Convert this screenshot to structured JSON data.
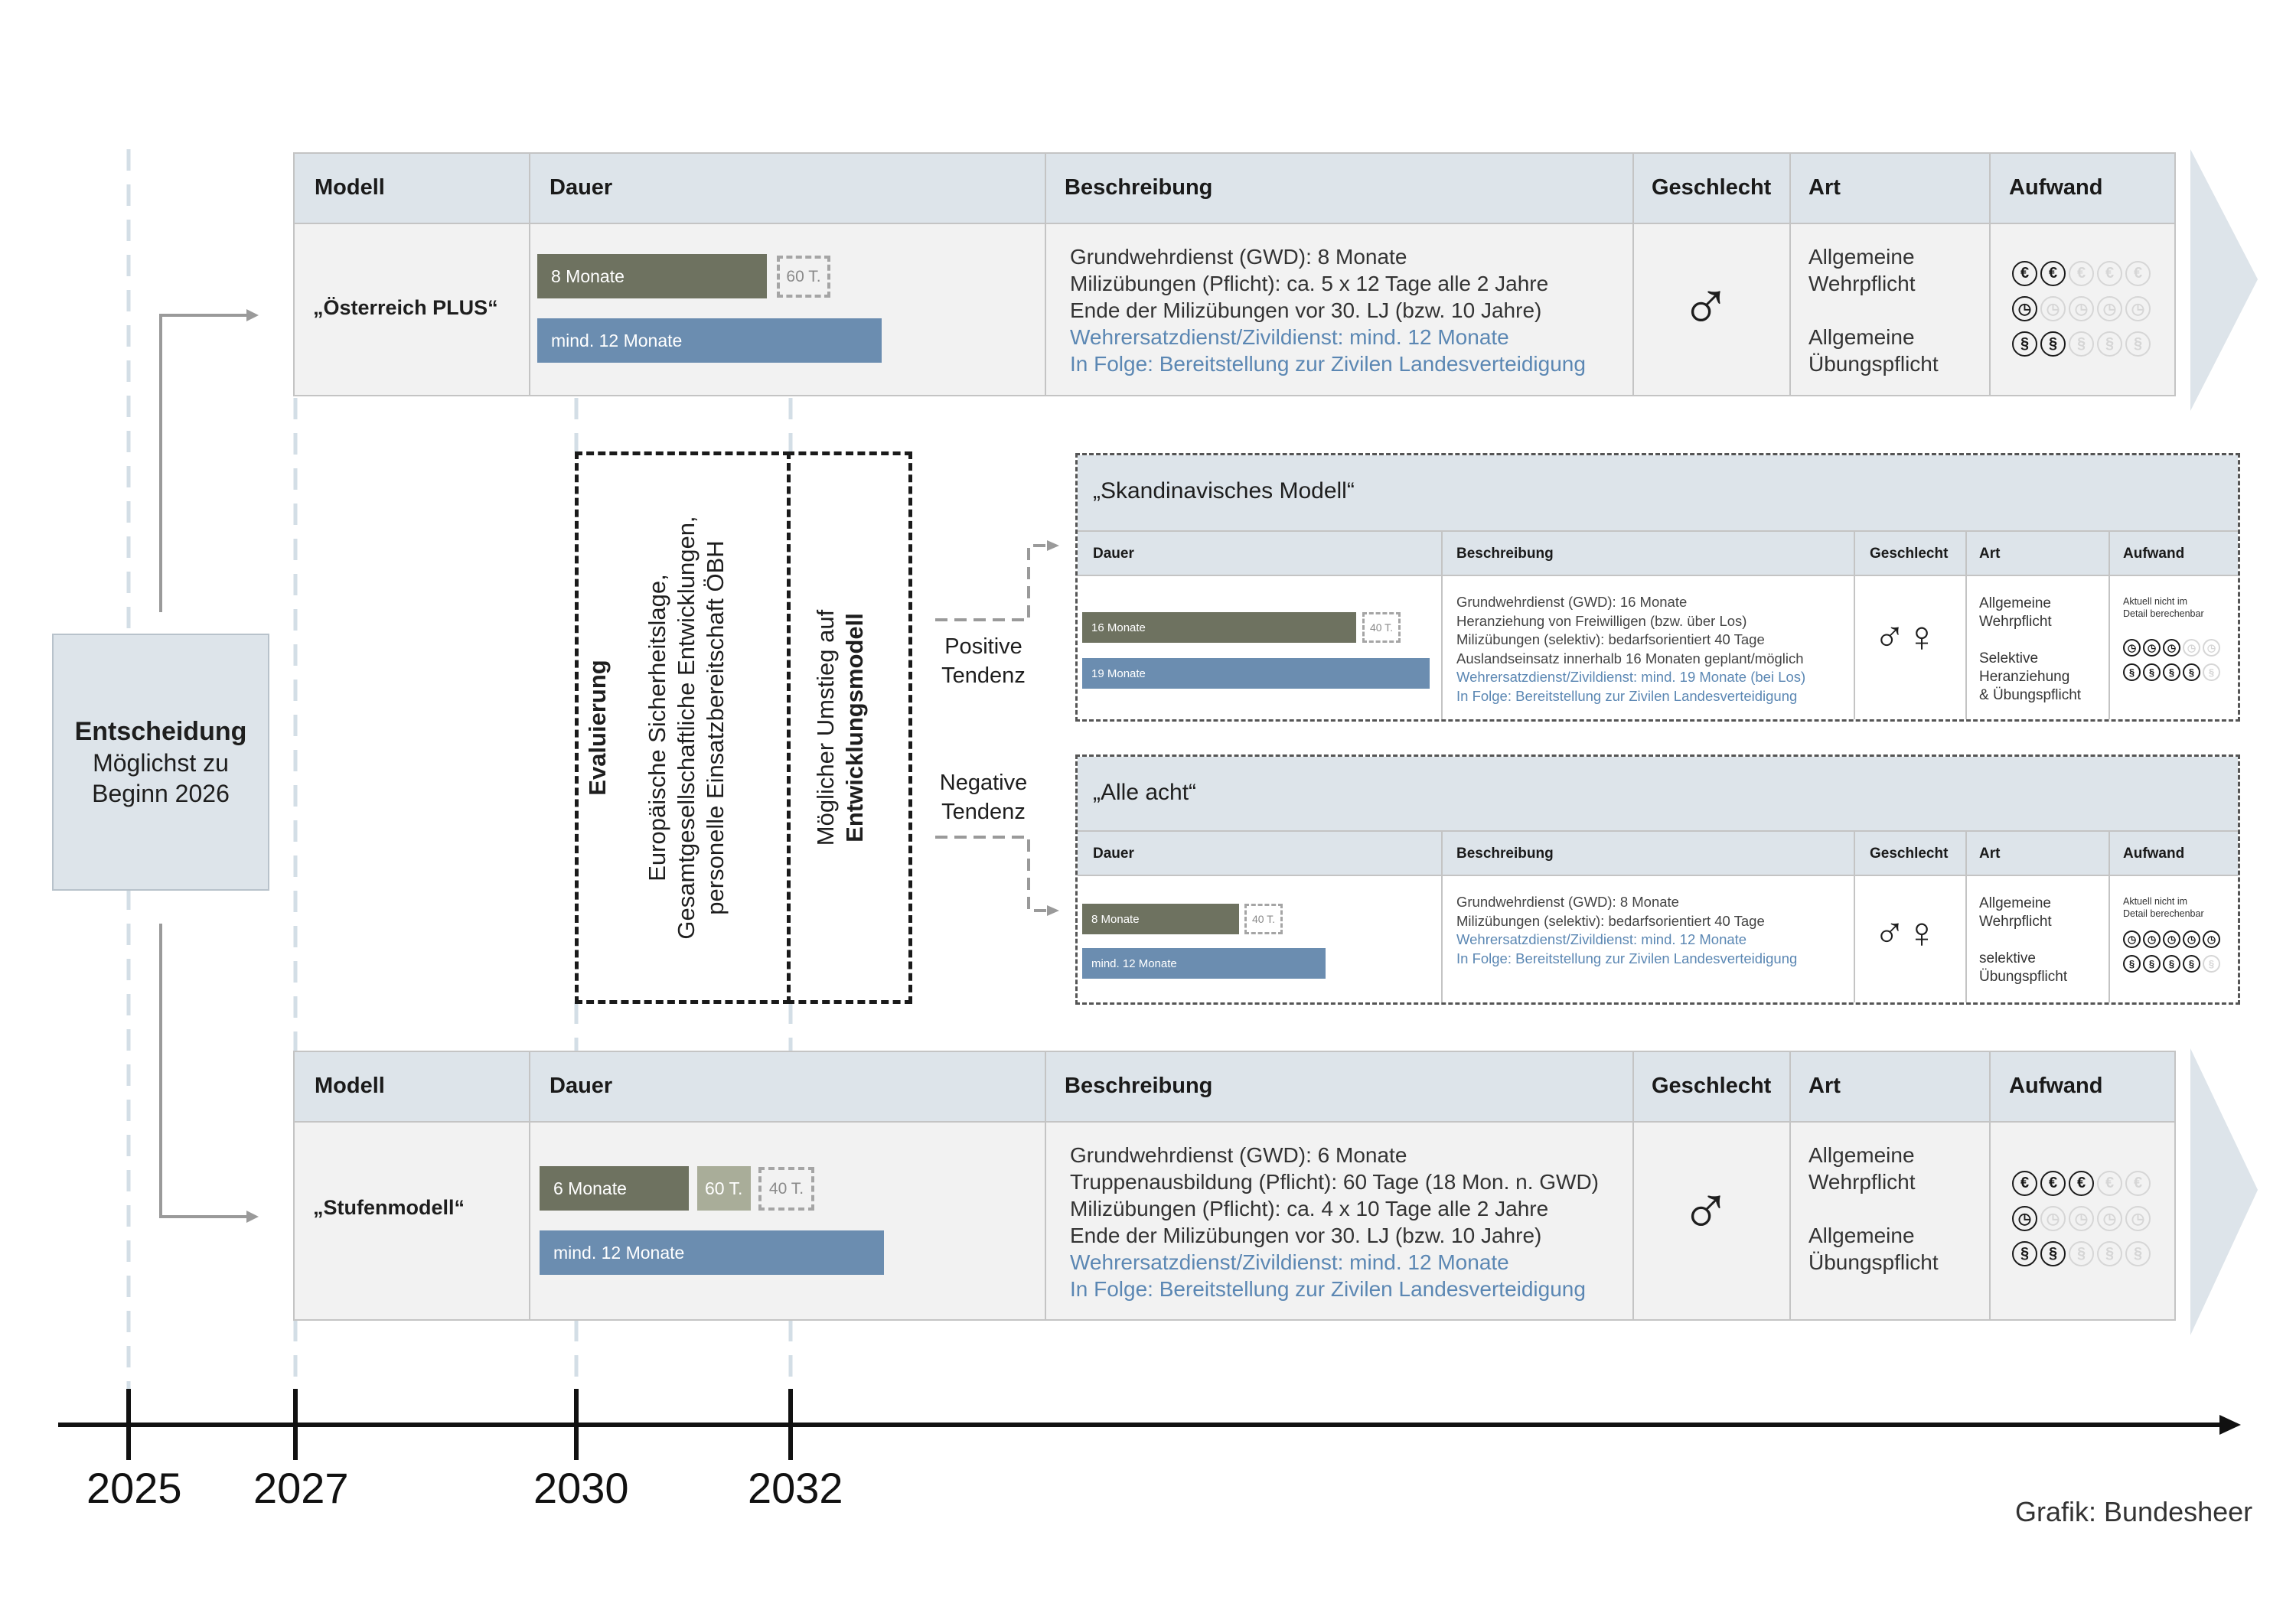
{
  "decision": {
    "title": "Entscheidung",
    "line1": "Möglichst zu",
    "line2": "Beginn 2026"
  },
  "timeline": {
    "years": [
      "2025",
      "2027",
      "2030",
      "2032"
    ]
  },
  "top_table": {
    "headers": {
      "modell": "Modell",
      "dauer": "Dauer",
      "beschreibung": "Beschreibung",
      "geschlecht": "Geschlecht",
      "art": "Art",
      "aufwand": "Aufwand"
    },
    "model_name": "„Österreich PLUS“",
    "bar1": "8 Monate",
    "bar1_extra": "60 T.",
    "bar2": "mind. 12 Monate",
    "desc": [
      "Grundwehrdienst (GWD): 8 Monate",
      "Milizübungen (Pflicht): ca. 5 x 12 Tage alle 2 Jahre",
      "Ende der Milizübungen vor 30. LJ (bzw. 10 Jahre)"
    ],
    "desc_blue": [
      "Wehrersatzdienst/Zivildienst: mind. 12 Monate",
      "In Folge: Bereitstellung zur Zivilen Landesverteidigung"
    ],
    "gender": "♂",
    "art": [
      "Allgemeine",
      "Wehrpflicht",
      "Allgemeine",
      "Übungspflicht"
    ],
    "aufwand": {
      "euro": 2,
      "clock": 1,
      "para": 2,
      "max": 5
    }
  },
  "evaluation": {
    "title": "Evaluierung",
    "lines": [
      "Europäische Sicherheitslage,",
      "Gesamtgesellschaftliche Entwicklungen,",
      "personelle Einsatzbereitschaft ÖBH"
    ],
    "umstieg_line1": "Möglicher Umstieg auf",
    "umstieg_line2": "Entwicklungsmodell"
  },
  "tendency": {
    "positive": [
      "Positive",
      "Tendenz"
    ],
    "negative": [
      "Negative",
      "Tendenz"
    ]
  },
  "skandinavisch": {
    "title": "„Skandinavisches Modell“",
    "headers": {
      "dauer": "Dauer",
      "beschreibung": "Beschreibung",
      "geschlecht": "Geschlecht",
      "art": "Art",
      "aufwand": "Aufwand"
    },
    "bar1": "16 Monate",
    "bar1_extra": "40 T.",
    "bar2": "19 Monate",
    "desc": [
      "Grundwehrdienst (GWD): 16 Monate",
      "Heranziehung von Freiwilligen (bzw. über Los)",
      "Milizübungen (selektiv): bedarfsorientiert 40 Tage",
      "Auslandseinsatz innerhalb 16 Monaten geplant/möglich"
    ],
    "desc_blue": [
      "Wehrersatzdienst/Zivildienst: mind. 19 Monate (bei Los)",
      "In Folge: Bereitstellung zur Zivilen Landesverteidigung"
    ],
    "gender": "♂♀",
    "art": [
      "Allgemeine",
      "Wehrpflicht",
      "Selektive",
      "Heranziehung",
      "& Übungspflicht"
    ],
    "aufwand_note": [
      "Aktuell nicht im",
      "Detail berechenbar"
    ],
    "aufwand": {
      "clock": 3,
      "para": 4,
      "max": 5
    }
  },
  "alle_acht": {
    "title": "„Alle acht“",
    "headers": {
      "dauer": "Dauer",
      "beschreibung": "Beschreibung",
      "geschlecht": "Geschlecht",
      "art": "Art",
      "aufwand": "Aufwand"
    },
    "bar1": "8 Monate",
    "bar1_extra": "40 T.",
    "bar2": "mind. 12 Monate",
    "desc": [
      "Grundwehrdienst (GWD): 8 Monate",
      "Milizübungen (selektiv): bedarfsorientiert 40 Tage"
    ],
    "desc_blue": [
      "Wehrersatzdienst/Zivildienst: mind. 12 Monate",
      "In Folge: Bereitstellung zur Zivilen Landesverteidigung"
    ],
    "gender": "♂♀",
    "art": [
      "Allgemeine",
      "Wehrpflicht",
      "selektive",
      "Übungspflicht"
    ],
    "aufwand_note": [
      "Aktuell nicht im",
      "Detail berechenbar"
    ],
    "aufwand": {
      "clock": 5,
      "para": 4,
      "max": 5
    }
  },
  "bottom_table": {
    "headers": {
      "modell": "Modell",
      "dauer": "Dauer",
      "beschreibung": "Beschreibung",
      "geschlecht": "Geschlecht",
      "art": "Art",
      "aufwand": "Aufwand"
    },
    "model_name": "„Stufenmodell“",
    "bar1": "6 Monate",
    "bar1_b": "60 T.",
    "bar1_extra": "40 T.",
    "bar2": "mind. 12 Monate",
    "desc": [
      "Grundwehrdienst (GWD): 6 Monate",
      "Truppenausbildung (Pflicht): 60 Tage (18 Mon. n. GWD)",
      "Milizübungen (Pflicht): ca. 4 x 10 Tage alle 2 Jahre",
      "Ende der Milizübungen vor 30. LJ (bzw. 10 Jahre)"
    ],
    "desc_blue": [
      "Wehrersatzdienst/Zivildienst: mind. 12 Monate",
      "In Folge: Bereitstellung zur Zivilen Landesverteidigung"
    ],
    "gender": "♂",
    "art": [
      "Allgemeine",
      "Wehrpflicht",
      "Allgemeine",
      "Übungspflicht"
    ],
    "aufwand": {
      "euro": 3,
      "clock": 1,
      "para": 2,
      "max": 5
    }
  },
  "credit": "Grafik: Bundesheer",
  "colors": {
    "olive": "#6e7260",
    "light_olive": "#a9ad99",
    "blue": "#6b8db0",
    "header": "#dde4ea",
    "arrow": "#dde4ea"
  }
}
